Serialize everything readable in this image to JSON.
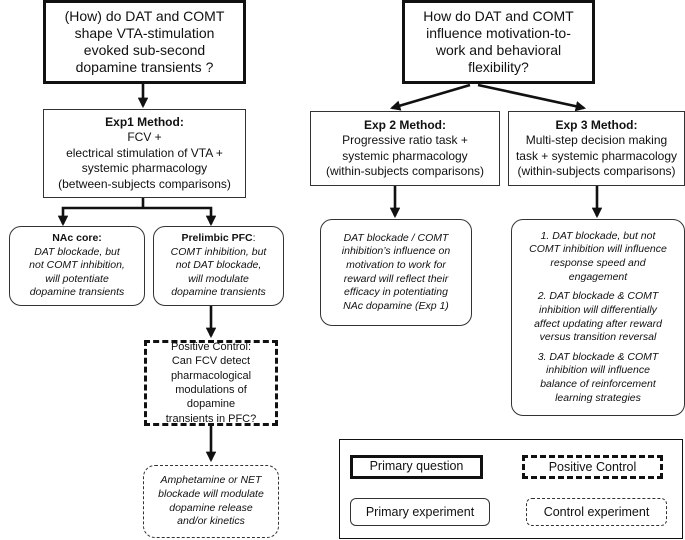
{
  "question1": {
    "lines": [
      "(How) do DAT and COMT",
      "shape VTA-stimulation",
      "evoked sub-second",
      "dopamine transients ?"
    ]
  },
  "question2": {
    "lines": [
      "How do DAT and COMT",
      "influence motivation-to-",
      "work and behavioral",
      "flexibility?"
    ]
  },
  "exp1": {
    "title": "Exp1 Method:",
    "lines": [
      "FCV +",
      "electrical stimulation of VTA +",
      "systemic pharmacology",
      "(between-subjects comparisons)"
    ]
  },
  "exp2": {
    "title": "Exp 2 Method:",
    "lines": [
      "Progressive ratio task +",
      "systemic pharmacology",
      "(within-subjects comparisons)"
    ]
  },
  "exp3": {
    "title": "Exp 3 Method:",
    "lines": [
      "Multi-step decision making",
      "task + systemic pharmacology",
      "(within-subjects comparisons)"
    ]
  },
  "nac": {
    "title": "NAc core:",
    "lines": [
      "DAT blockade, but",
      "not COMT inhibition,",
      "will potentiate",
      "dopamine transients"
    ]
  },
  "pfc": {
    "title": "Prelimbic PFC",
    "title_suffix": ":",
    "lines": [
      "COMT inhibition, but",
      "not DAT blockade,",
      "will modulate",
      "dopamine transients"
    ]
  },
  "exp2_hypothesis": {
    "lines": [
      "DAT blockade / COMT",
      "inhibition’s influence on",
      "motivation to work for",
      "reward will reflect their",
      "efficacy in potentiating",
      "NAc dopamine (Exp 1)"
    ]
  },
  "exp3_hypotheses": [
    {
      "lines": [
        "1. DAT blockade, but not",
        "COMT inhibition will influence",
        "response speed and",
        "engagement"
      ]
    },
    {
      "lines": [
        "2. DAT blockade & COMT",
        "inhibition will differentially",
        "affect updating after reward",
        "versus transition reversal"
      ]
    },
    {
      "lines": [
        "3. DAT blockade & COMT",
        "inhibition will influence",
        "balance of reinforcement",
        "learning strategies"
      ]
    }
  ],
  "positive_control": {
    "lines": [
      "Positive Control:",
      "Can FCV detect",
      "pharmacological",
      "modulations of dopamine",
      "transients in PFC?"
    ]
  },
  "control_hypothesis": {
    "lines": [
      "Amphetamine or NET",
      "blockade will modulate",
      "dopamine release",
      "and/or kinetics"
    ]
  },
  "legend": {
    "primary_question": "Primary question",
    "positive_control": "Positive Control",
    "primary_experiment": "Primary experiment",
    "control_experiment": "Control experiment"
  },
  "colors": {
    "stroke": "#111111",
    "background": "#ffffff"
  }
}
